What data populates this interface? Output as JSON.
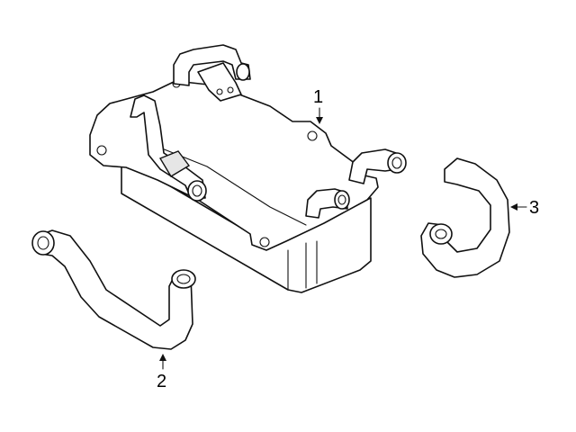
{
  "callouts": [
    {
      "id": "1",
      "label": "1"
    },
    {
      "id": "2",
      "label": "2"
    },
    {
      "id": "3",
      "label": "3"
    }
  ],
  "colors": {
    "ink": "#111111",
    "background": "#ffffff"
  }
}
